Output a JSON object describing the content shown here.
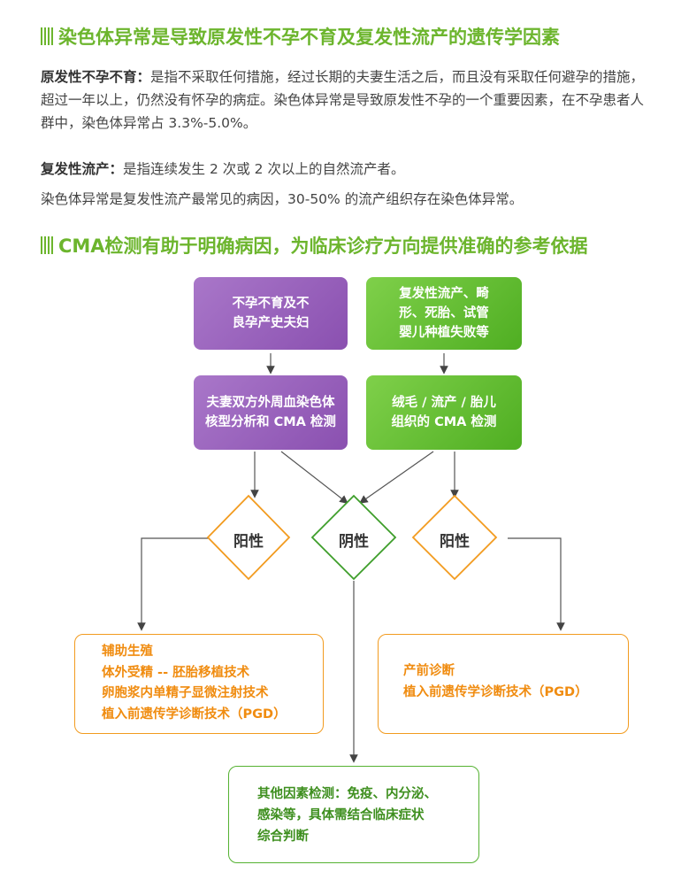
{
  "section1": {
    "title": "染色体异常是导致原发性不孕不育及复发性流产的遗传学因素",
    "para1_term": "原发性不孕不育：",
    "para1_body": "是指不采取任何措施，经过长期的夫妻生活之后，而且没有采取任何避孕的措施，超过一年以上，仍然没有怀孕的病症。染色体异常是导致原发性不孕的一个重要因素，在不孕患者人群中，染色体异常占 3.3%-5.0%。",
    "para2_term": "复发性流产：",
    "para2_body": "是指连续发生 2 次或 2 次以上的自然流产者。",
    "para3": "染色体异常是复发性流产最常见的病因，30-50% 的流产组织存在染色体异常。"
  },
  "section2": {
    "title": "CMA检测有助于明确病因，为临床诊疗方向提供准确的参考依据"
  },
  "flowchart": {
    "box_infertile": [
      "不孕不育及不",
      "良孕产史夫妇"
    ],
    "box_miscarriage": [
      "复发性流产、畸",
      "形、死胎、试管",
      "婴儿种植失败等"
    ],
    "box_couple_test": [
      "夫妻双方外周血染色体",
      "核型分析和 CMA 检测"
    ],
    "box_tissue_test": [
      "绒毛 / 流产 / 胎儿",
      "组织的 CMA 检测"
    ],
    "positive_left": "阳性",
    "negative": "阴性",
    "positive_right": "阳性",
    "art_box": [
      "辅助生殖",
      "体外受精 -- 胚胎移植技术",
      "卵胞浆内单精子显微注射技术",
      "植入前遗传学诊断技术（PGD）"
    ],
    "prenatal_box": [
      "产前诊断",
      "植入前遗传学诊断技术（PGD）"
    ],
    "other_box": [
      "其他因素检测：免疫、内分泌、",
      "感染等，具体需结合临床症状",
      "综合判断"
    ]
  },
  "colors": {
    "accent_green": "#6cb52d",
    "purple": "#8a50b0",
    "orange": "#f29b1f",
    "dark_green": "#55b232"
  }
}
